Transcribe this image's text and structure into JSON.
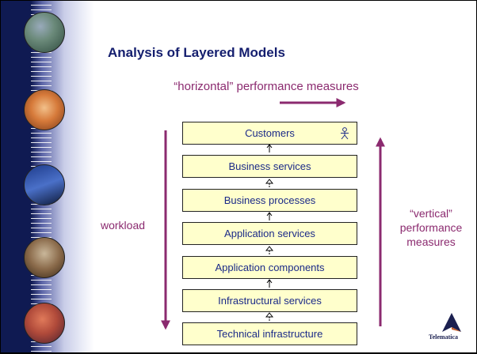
{
  "slide": {
    "title": "Analysis of Layered Models",
    "horizontal_label": "“horizontal” performance measures",
    "workload_label": "workload",
    "vertical_label_lines": [
      "“vertical”",
      "performance",
      "measures"
    ],
    "layers": [
      "Customers",
      "Business services",
      "Business processes",
      "Application services",
      "Application components",
      "Infrastructural services",
      "Technical infrastructure"
    ],
    "logo_text": "Telematica"
  },
  "colors": {
    "arrow": "#8b2a6f",
    "title": "#141e6e",
    "box_fill": "#ffffcc",
    "box_text": "#1b2a88",
    "sidebar_dark": "#0f1a52"
  },
  "icons": {
    "customer_actor": "actor-stick-figure-icon",
    "logo": "telematica-logo-icon"
  }
}
